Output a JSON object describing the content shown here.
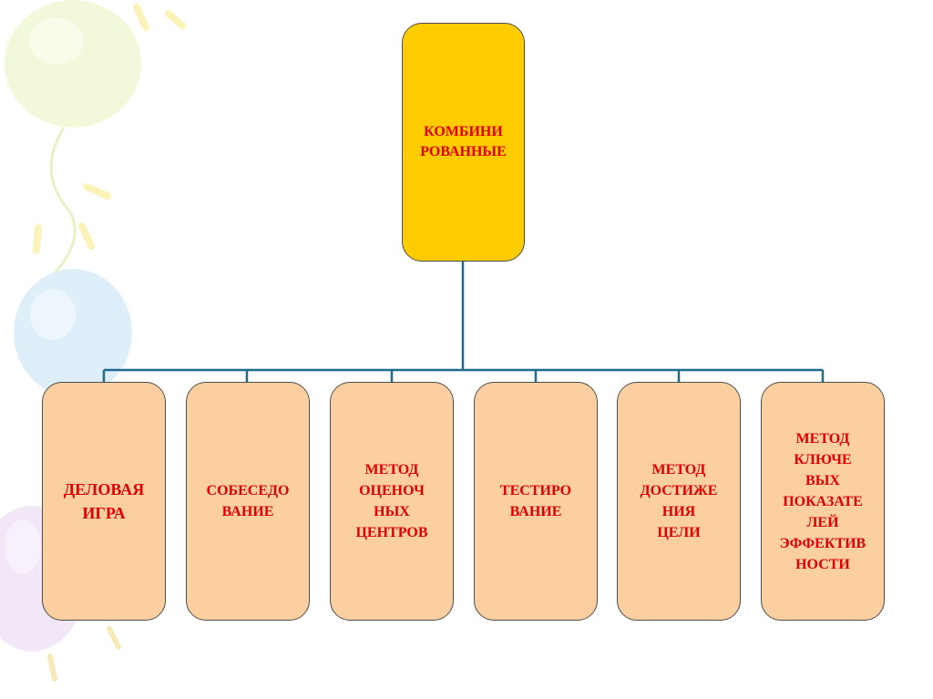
{
  "diagram": {
    "root": {
      "label": "КОМБИНИ\nРОВАННЫЕ"
    },
    "children": [
      {
        "label": "ДЕЛОВАЯ\nИГРА"
      },
      {
        "label": "СОБЕСЕДО\nВАНИЕ"
      },
      {
        "label": "МЕТОД\nОЦЕНОЧ\nНЫХ\nЦЕНТРОВ"
      },
      {
        "label": "ТЕСТИРО\nВАНИЕ"
      },
      {
        "label": "МЕТОД\nДОСТИЖЕ\nНИЯ\nЦЕЛИ"
      },
      {
        "label": "МЕТОД\nКЛЮЧЕ\nВЫХ\nПОКАЗАТЕ\nЛЕЙ\nЭФФЕКТИВ\nНОСТИ"
      }
    ]
  },
  "colors": {
    "root_fill": "#ffcc00",
    "child_fill": "#fbcf9f",
    "text": "#e00000",
    "connector": "#1f6a8a"
  }
}
